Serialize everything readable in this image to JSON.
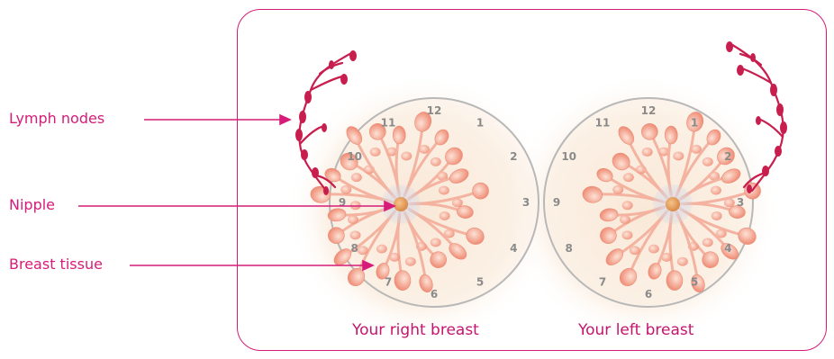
{
  "labels": {
    "lymph_nodes": "Lymph nodes",
    "nipple": "Nipple",
    "breast_tissue": "Breast tissue"
  },
  "captions": {
    "right_breast": "Your right breast",
    "left_breast": "Your left breast"
  },
  "clock_numbers": [
    "12",
    "1",
    "2",
    "3",
    "4",
    "5",
    "6",
    "7",
    "8",
    "9",
    "10",
    "11"
  ],
  "colors": {
    "accent": "#d61c78",
    "lymph": "#c81e4e",
    "tissue": "#f2a58f",
    "nipple": "#e9a060",
    "clock_ring": "#b8b8b8"
  }
}
